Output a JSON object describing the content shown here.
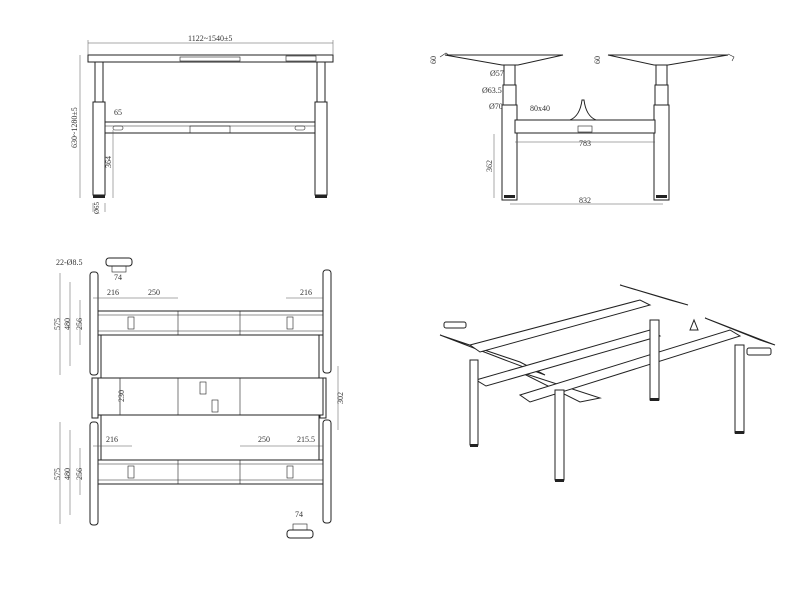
{
  "front_view": {
    "width_dim": "1122~1540±5",
    "height_dim": "630~1280±5",
    "offset_dim": "65",
    "crossbar_height_dim": "364",
    "foot_dim": "Ø65"
  },
  "side_view": {
    "top_left_dim": "60",
    "top_right_dim": "60",
    "tube_1": "Ø57",
    "tube_2": "Ø63.5",
    "tube_3": "Ø70",
    "beam_section": "80x40",
    "beam_length": "783",
    "beam_height": "362",
    "foot_span": "832"
  },
  "plan_view": {
    "holes": "22-Ø8.5",
    "foot_width_top": "74",
    "foot_width_bottom": "74",
    "top_left_216": "216",
    "top_250": "250",
    "top_right_216": "216",
    "left_upper_575": "575",
    "left_upper_480": "480",
    "left_upper_256": "256",
    "middle_230": "230",
    "right_302": "302",
    "bottom_left_216": "216",
    "bottom_250": "250",
    "bottom_right_215_5": "215.5",
    "left_lower_575": "575",
    "left_lower_480": "480",
    "left_lower_256": "256"
  }
}
